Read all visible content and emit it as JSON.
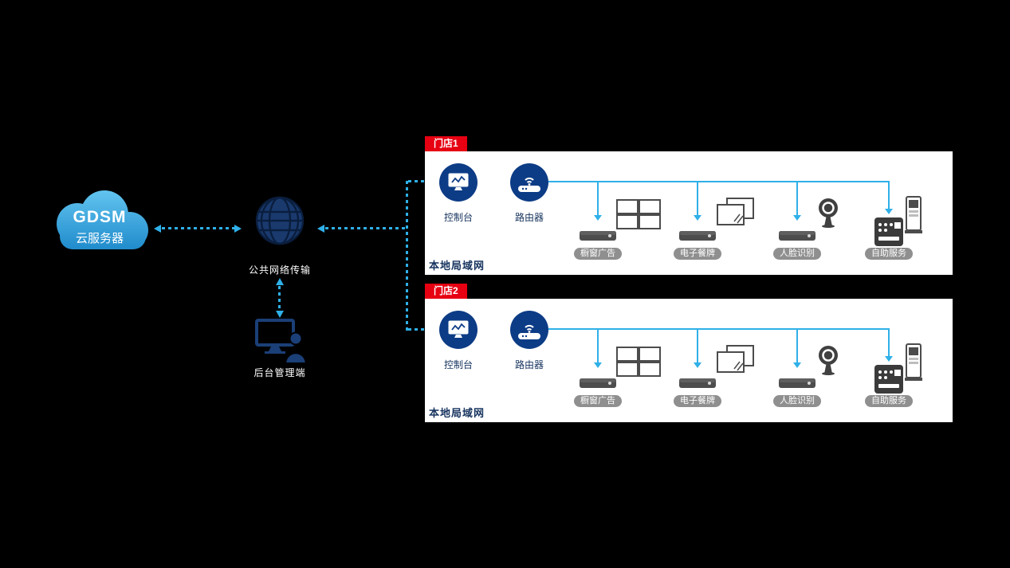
{
  "colors": {
    "background": "#000000",
    "accent_cyan": "#2fb0e8",
    "navy_text": "#16335e",
    "circle_blue": "#0d3c86",
    "store_tag_red": "#e60012",
    "panel_white": "#ffffff",
    "pill_gray": "#8f8f8f",
    "cloud_blue_top": "#62c4ef",
    "cloud_blue_bottom": "#1b87c9"
  },
  "cloud": {
    "title": "GDSM",
    "subtitle": "云服务器"
  },
  "public_network": {
    "label": "公共网络传输"
  },
  "admin_terminal": {
    "label": "后台管理端"
  },
  "stores": [
    {
      "tag": "门店1",
      "console_label": "控制台",
      "router_label": "路由器",
      "lan_label": "本地局域网",
      "devices": [
        {
          "icon": "video-wall-icon",
          "label": "橱窗广告"
        },
        {
          "icon": "dual-screen-icon",
          "label": "电子餐牌"
        },
        {
          "icon": "webcam-icon",
          "label": "人脸识别"
        },
        {
          "icon": "kiosk-icon",
          "label": "自助服务"
        }
      ]
    },
    {
      "tag": "门店2",
      "console_label": "控制台",
      "router_label": "路由器",
      "lan_label": "本地局域网",
      "devices": [
        {
          "icon": "video-wall-icon",
          "label": "橱窗广告"
        },
        {
          "icon": "dual-screen-icon",
          "label": "电子餐牌"
        },
        {
          "icon": "webcam-icon",
          "label": "人脸识别"
        },
        {
          "icon": "kiosk-icon",
          "label": "自助服务"
        }
      ]
    }
  ]
}
